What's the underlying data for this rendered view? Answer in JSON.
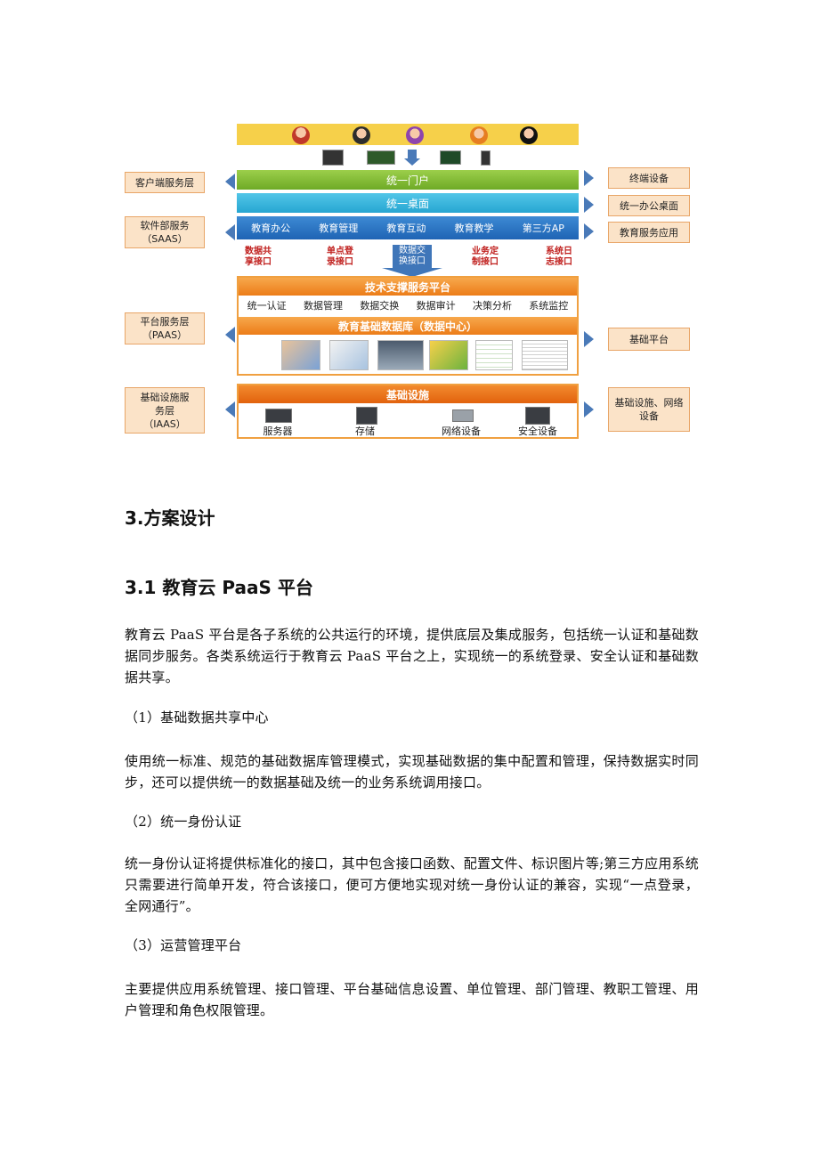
{
  "diagram": {
    "left_labels": [
      "客户端服务层",
      "软件部服务\n（SAAS）",
      "平台服务层\n（PAAS）",
      "基础设施服\n务层\n（IAAS）"
    ],
    "right_labels": [
      "终端设备",
      "统一办公桌面",
      "教育服务应用",
      "基础平台",
      "基础设施、网络\n设备"
    ],
    "portal": "统一门户",
    "desktop": "统一桌面",
    "apps": [
      "教育办公",
      "教育管理",
      "教育互动",
      "教育教学",
      "第三方AP"
    ],
    "interfaces": [
      "数据共\n享接口",
      "单点登\n录接口",
      "业务定\n制接口",
      "系统日\n志接口"
    ],
    "data_exchange": "数据交\n换接口",
    "tech_platform": "技术支撑服务平台",
    "tech_modules": [
      "统一认证",
      "数据管理",
      "数据交换",
      "数据审计",
      "决策分析",
      "系统监控"
    ],
    "database": "教育基础数据库（数据中心）",
    "infra": "基础设施",
    "infra_items": [
      "服务器",
      "存储",
      "网络设备",
      "安全设备"
    ],
    "colors": {
      "user_bar": "#f6d04a",
      "portal": "#7dbb33",
      "desktop": "#3cb8e0",
      "apps": "#2a72c2",
      "orange": "#ef8a2a",
      "side_fill": "#fbe3c8",
      "arrow": "#4a7ab8",
      "interface_text": "#c0201e"
    }
  },
  "section_title": "3.方案设计",
  "subsection_title": "3.1 教育云 PaaS 平台",
  "intro": "教育云 PaaS 平台是各子系统的公共运行的环境，提供底层及集成服务，包括统一认证和基础数据同步服务。各类系统运行于教育云 PaaS 平台之上，实现统一的系统登录、安全认证和基础数据共享。",
  "item1_title": "（1）基础数据共享中心",
  "item1_text": "使用统一标准、规范的基础数据库管理模式，实现基础数据的集中配置和管理，保持数据实时同步，还可以提供统一的数据基础及统一的业务系统调用接口。",
  "item2_title": "（2）统一身份认证",
  "item2_text": "统一身份认证将提供标准化的接口，其中包含接口函数、配置文件、标识图片等;第三方应用系统只需要进行简单开发，符合该接口，便可方便地实现对统一身份认证的兼容，实现“一点登录，全网通行”。",
  "item3_title": "（3）运营管理平台",
  "item3_text": "主要提供应用系统管理、接口管理、平台基础信息设置、单位管理、部门管理、教职工管理、用户管理和角色权限管理。"
}
